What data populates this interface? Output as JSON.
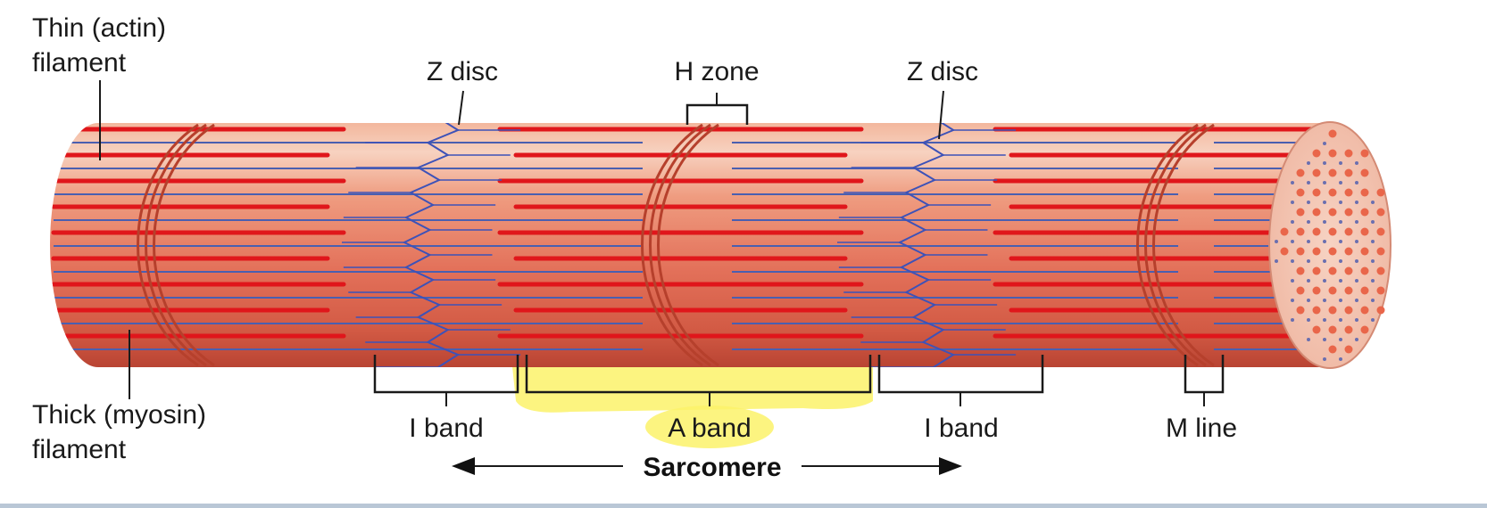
{
  "labels": {
    "thin_filament_line1": "Thin (actin)",
    "thin_filament_line2": "filament",
    "thick_filament_line1": "Thick (myosin)",
    "thick_filament_line2": "filament",
    "z_disc_left": "Z disc",
    "h_zone": "H zone",
    "z_disc_right": "Z disc",
    "i_band_left": "I band",
    "a_band": "A band",
    "i_band_right": "I band",
    "m_line": "M line",
    "sarcomere": "Sarcomere"
  },
  "colors": {
    "fiber_base": "#e8785e",
    "fiber_light": "#f6c6b0",
    "fiber_dark": "#c9412c",
    "thick_filament": "#e0161b",
    "thin_filament": "#4a5fb0",
    "z_disc": "#3d52b8",
    "highlight": "#fbf26a",
    "page_bottom_rule": "#b9c7d6"
  }
}
